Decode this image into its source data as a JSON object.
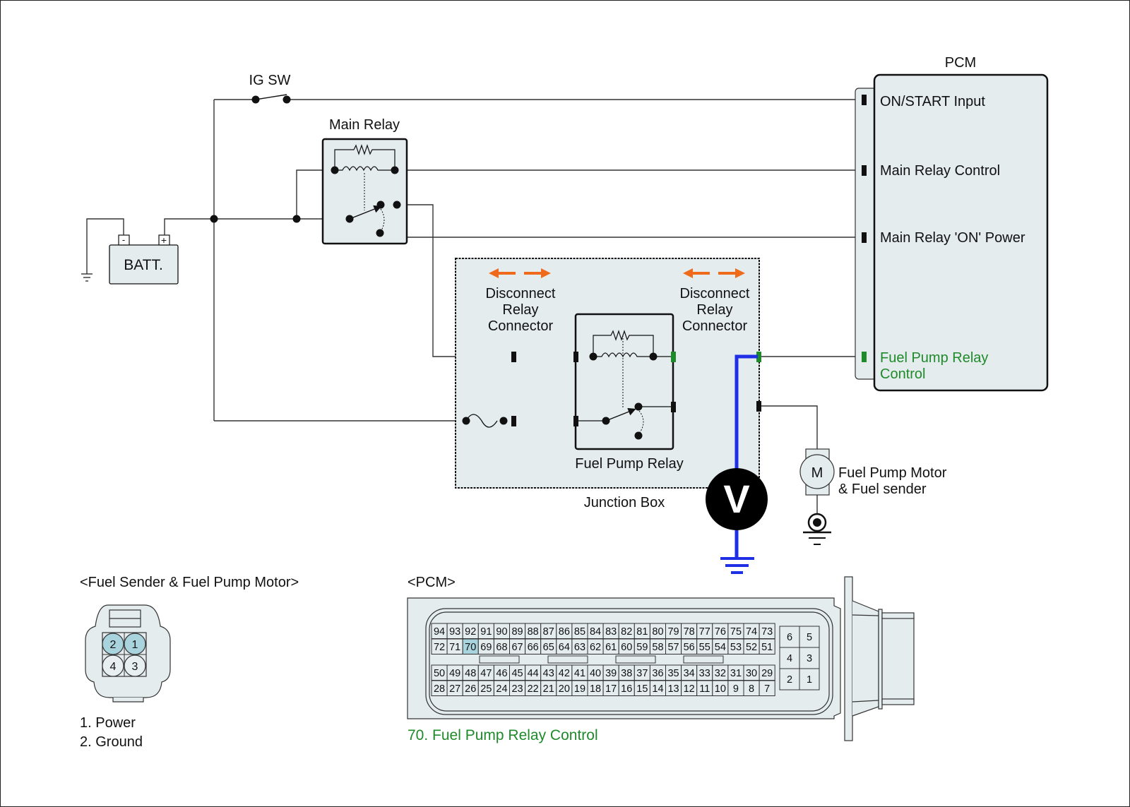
{
  "title": "Fuel Pump Relay Control Circuit",
  "colors": {
    "panel_fill": "#e4ecee",
    "highlight_pin": "#a9d3dd",
    "green_text": "#1f8a2a",
    "probe_wire": "#1f2fe6",
    "arrow_orange": "#f06a1c"
  },
  "components": {
    "battery": {
      "label": "BATT.",
      "neg": "-",
      "pos": "+"
    },
    "ig_switch": {
      "label": "IG SW"
    },
    "main_relay": {
      "label": "Main Relay"
    },
    "junction_box": {
      "label": "Junction Box"
    },
    "fuel_pump_relay": {
      "label": "Fuel Pump Relay"
    },
    "disconnect_left": {
      "line1": "Disconnect",
      "line2": "Relay",
      "line3": "Connector"
    },
    "disconnect_right": {
      "line1": "Disconnect",
      "line2": "Relay",
      "line3": "Connector"
    },
    "voltmeter": {
      "symbol": "V"
    },
    "motor": {
      "symbol": "M",
      "line1": "Fuel Pump Motor",
      "line2": "& Fuel sender"
    },
    "pcm": {
      "label": "PCM",
      "terminals": [
        {
          "label": "ON/START Input"
        },
        {
          "label": "Main Relay Control"
        },
        {
          "label": "Main Relay 'ON' Power"
        },
        {
          "label_line1": "Fuel Pump Relay",
          "label_line2": "Control"
        }
      ]
    }
  },
  "fuel_sender_connector": {
    "title": "<Fuel Sender & Fuel Pump Motor>",
    "pins": [
      "2",
      "1",
      "4",
      "3"
    ],
    "highlighted": [
      "2",
      "1"
    ],
    "legend": [
      "1. Power",
      "2. Ground"
    ]
  },
  "pcm_connector": {
    "title": "<PCM>",
    "rows": [
      [
        "94",
        "93",
        "92",
        "91",
        "90",
        "89",
        "88",
        "87",
        "86",
        "85",
        "84",
        "83",
        "82",
        "81",
        "80",
        "79",
        "78",
        "77",
        "76",
        "75",
        "74",
        "73"
      ],
      [
        "72",
        "71",
        "70",
        "69",
        "68",
        "67",
        "66",
        "65",
        "64",
        "63",
        "62",
        "61",
        "60",
        "59",
        "58",
        "57",
        "56",
        "55",
        "54",
        "53",
        "52",
        "51"
      ],
      [
        "50",
        "49",
        "48",
        "47",
        "46",
        "45",
        "44",
        "43",
        "42",
        "41",
        "40",
        "39",
        "38",
        "37",
        "36",
        "35",
        "34",
        "33",
        "32",
        "31",
        "30",
        "29"
      ],
      [
        "28",
        "27",
        "26",
        "25",
        "24",
        "23",
        "22",
        "21",
        "20",
        "19",
        "18",
        "17",
        "16",
        "15",
        "14",
        "13",
        "12",
        "11",
        "10",
        "9",
        "8",
        "7"
      ]
    ],
    "aux_pins": [
      [
        "6",
        "5"
      ],
      [
        "4",
        "3"
      ],
      [
        "2",
        "1"
      ]
    ],
    "highlighted_pin": "70",
    "note": "70. Fuel Pump Relay Control"
  }
}
